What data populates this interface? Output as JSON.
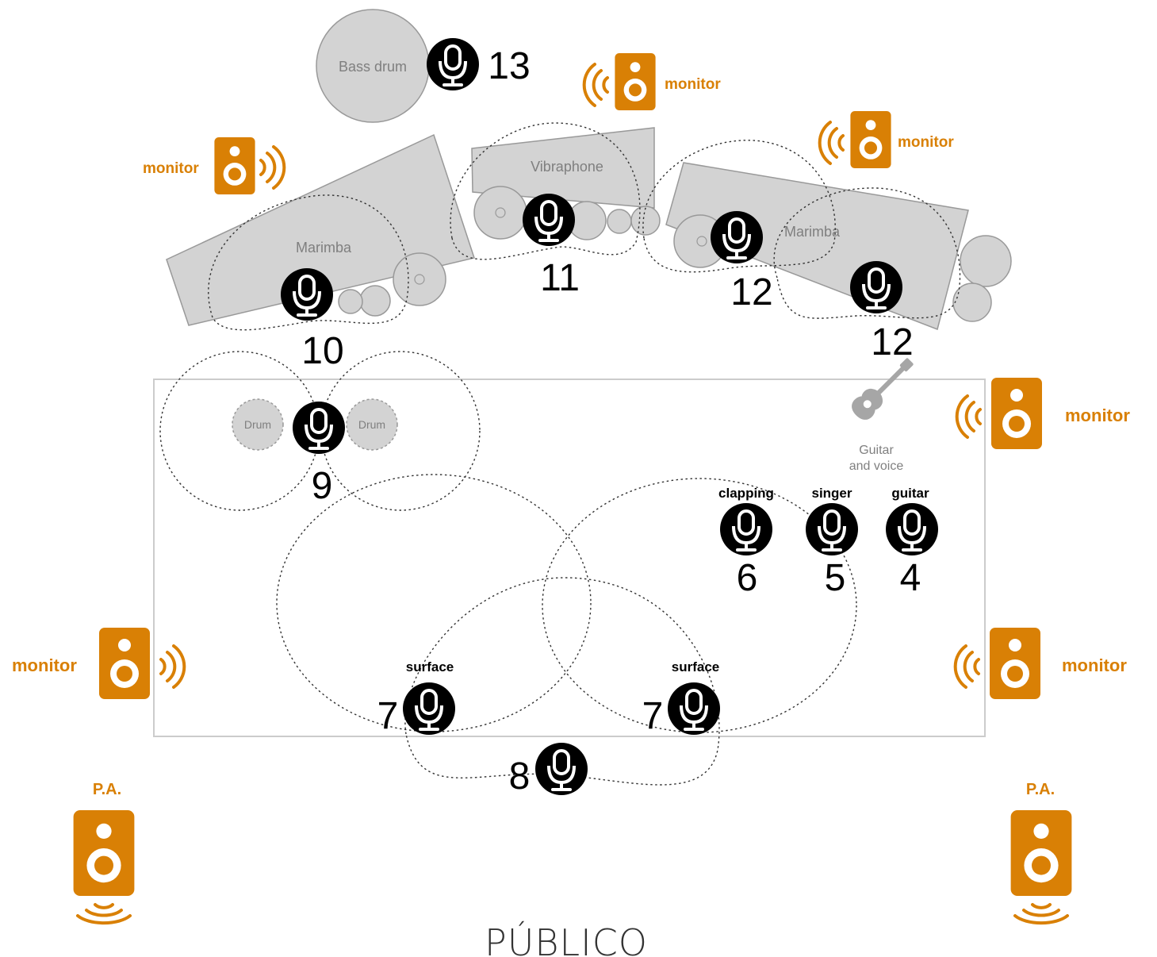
{
  "instruments": {
    "bass_drum": "Bass drum",
    "vibraphone": "Vibraphone",
    "marimba_left": "Marimba",
    "marimba_right": "Marimba",
    "drum_left": "Drum",
    "drum_right": "Drum",
    "guitar_line1": "Guitar",
    "guitar_line2": "and voice"
  },
  "microphones": [
    {
      "id": "mic-13",
      "number": "13"
    },
    {
      "id": "mic-11",
      "number": "11"
    },
    {
      "id": "mic-10",
      "number": "10"
    },
    {
      "id": "mic-12a",
      "number": "12"
    },
    {
      "id": "mic-12b",
      "number": "12"
    },
    {
      "id": "mic-9",
      "number": "9"
    },
    {
      "id": "mic-6",
      "number": "6",
      "label": "clapping"
    },
    {
      "id": "mic-5",
      "number": "5",
      "label": "singer"
    },
    {
      "id": "mic-4",
      "number": "4",
      "label": "guitar"
    },
    {
      "id": "mic-7a",
      "number": "7",
      "label": "surface"
    },
    {
      "id": "mic-7b",
      "number": "7",
      "label": "surface"
    },
    {
      "id": "mic-8",
      "number": "8"
    }
  ],
  "monitors": {
    "label": "monitor"
  },
  "pa": {
    "label": "P.A."
  },
  "audience": "PÚBLICO",
  "colors": {
    "speaker": "#d98005",
    "instrument_fill": "#d3d3d3",
    "mic_fill": "#000000",
    "pickup_line": "#333333"
  },
  "icons": {
    "microphone": "microphone-icon",
    "speaker": "speaker-icon",
    "guitar": "guitar-icon"
  }
}
